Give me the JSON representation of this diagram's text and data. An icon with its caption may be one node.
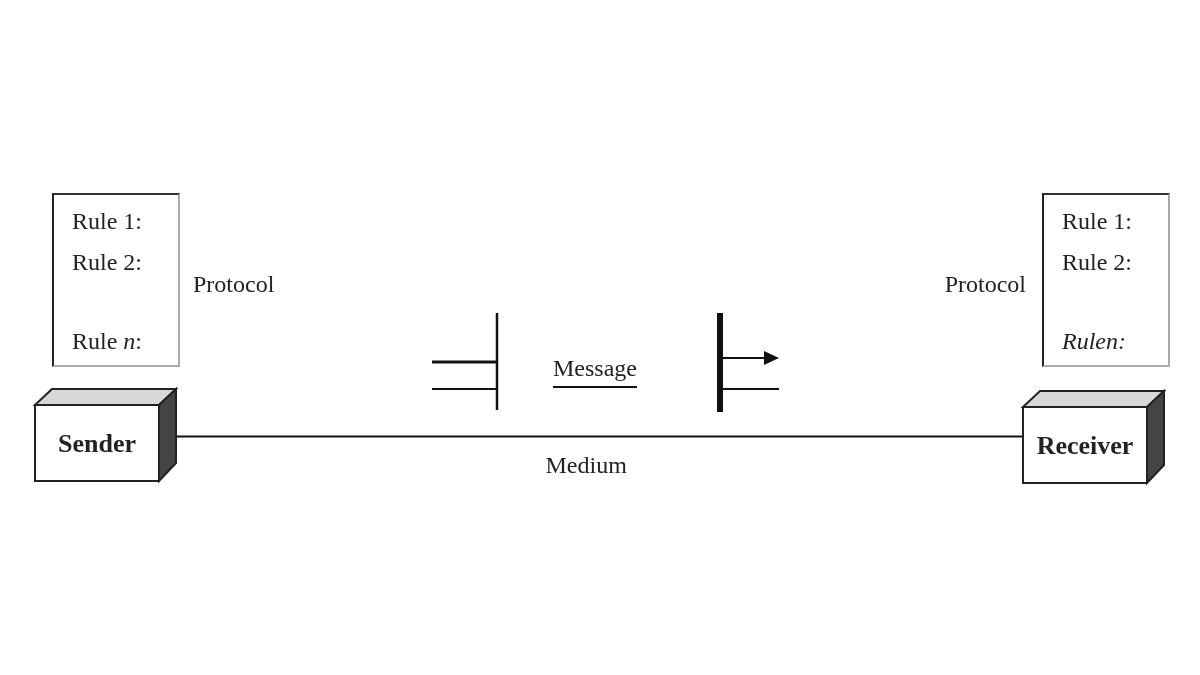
{
  "diagram": {
    "nodes": [
      {
        "text": [
          "Rule 1:",
          "Rule 2:",
          "Rule *n*:"
        ],
        "beside": [
          "Protocol"
        ]
      },
      {
        "text": [
          "Sender"
        ]
      },
      {
        "text": [
          "Rule 1:",
          "Rule 2:",
          "Rulen:"
        ],
        "beside": [
          "Protocol"
        ]
      },
      {
        "text": [
          "Receiver"
        ]
      }
    ],
    "edges": [
      {
        "from": 1,
        "to": 3,
        "arrow": "none",
        "label": "Medium"
      }
    ],
    "labels": [
      "Message"
    ]
  }
}
